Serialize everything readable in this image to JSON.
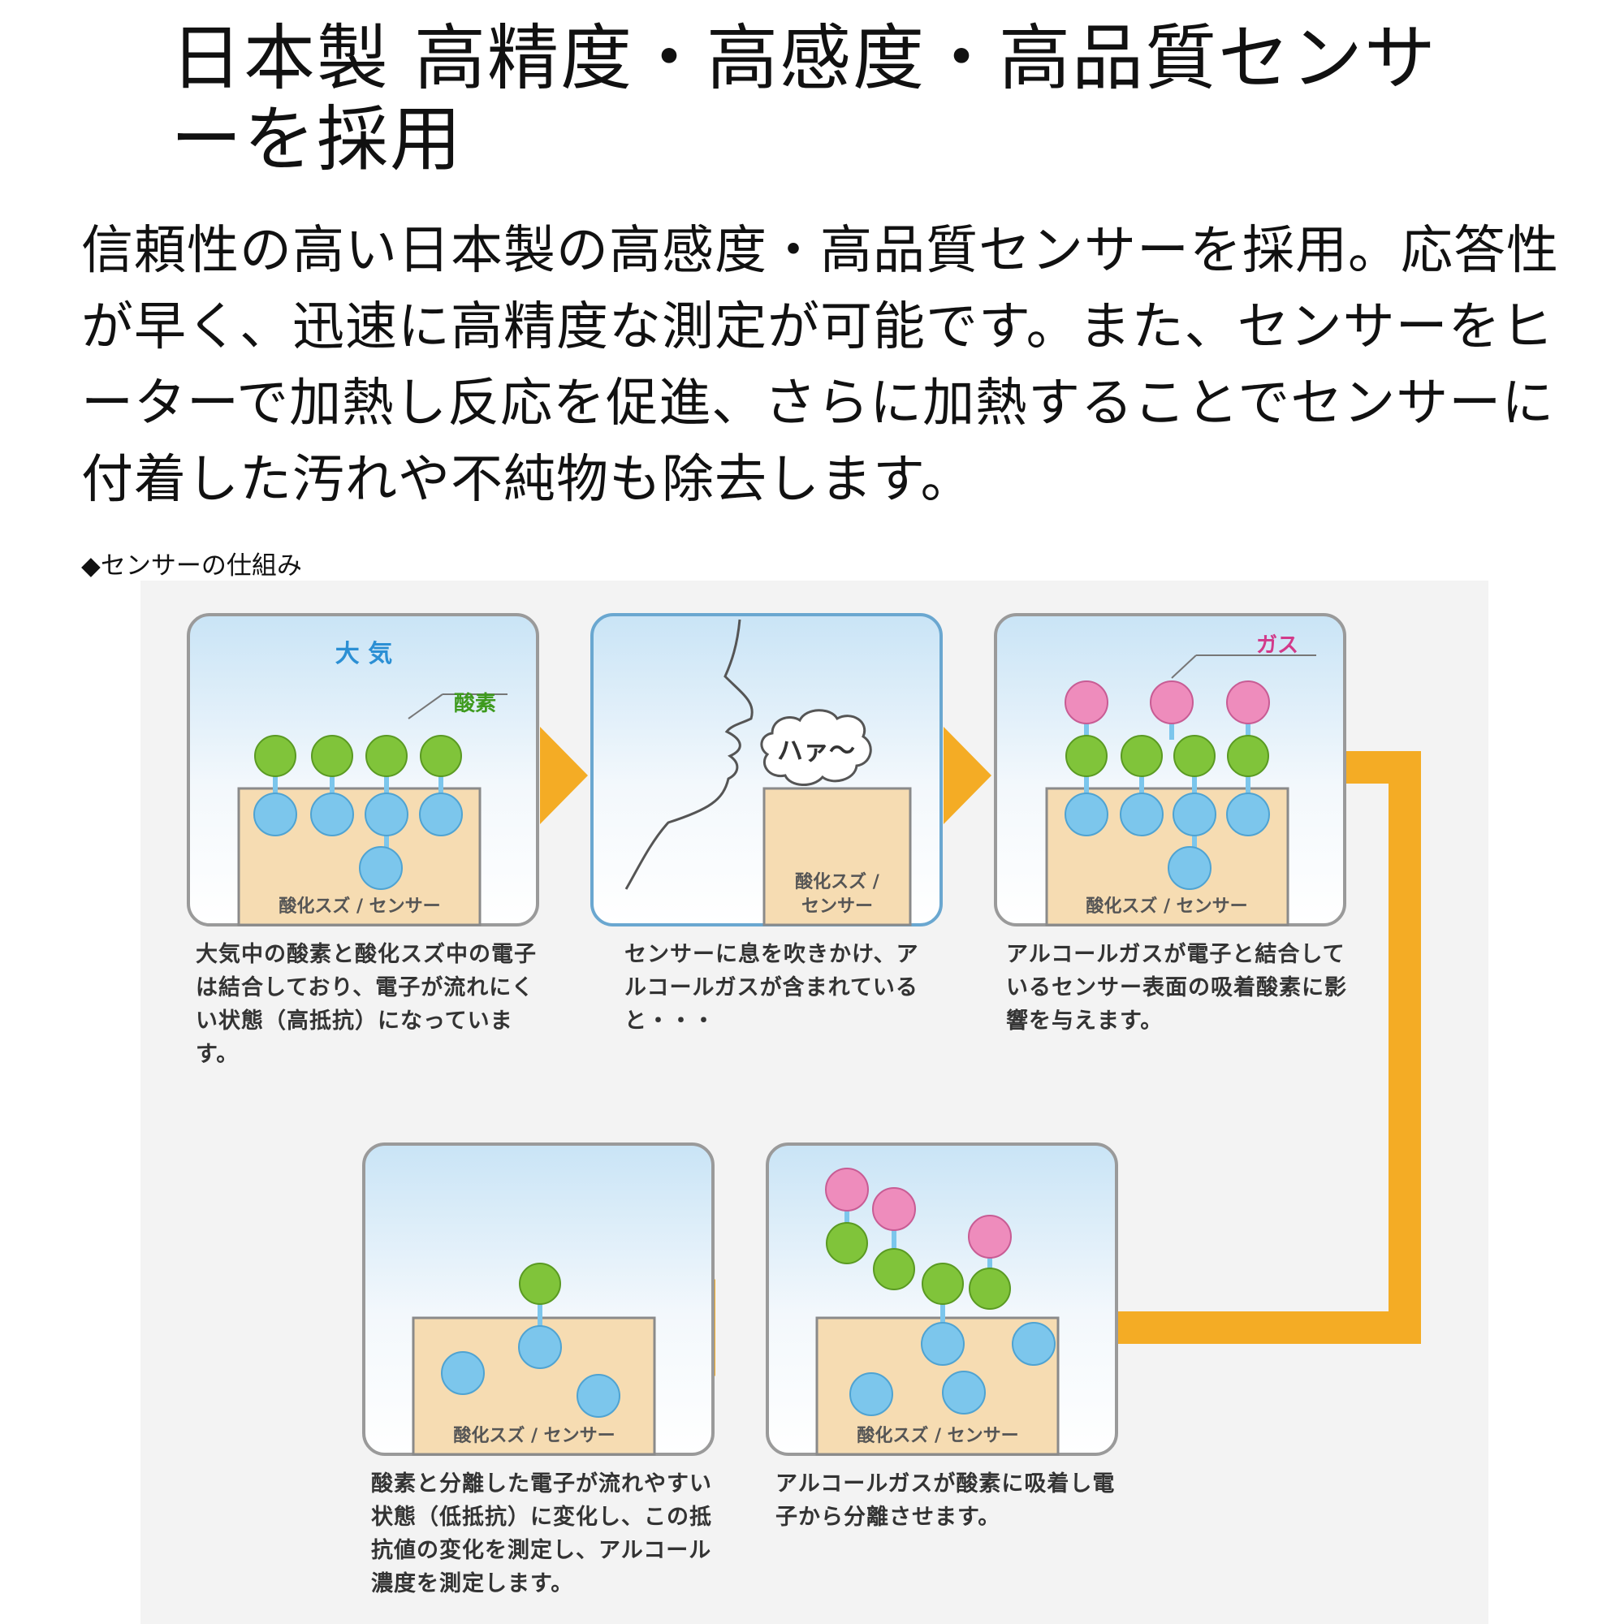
{
  "headline": "日本製 高精度・高感度・高品質センサーを採用",
  "lead": "信頼性の高い日本製の高感度・高品質センサーを採用。応答性が早く、迅速に高精度な測定が可能です。また、センサーをヒーターで加熱し反応を促進、さらに加熱することでセンサーに付着した汚れや不純物も除去します。",
  "diagram": {
    "caption": "◆センサーの仕組み",
    "colors": {
      "oxygen": "#80c43a",
      "electron": "#7cc6ec",
      "gas": "#ee8cbc",
      "arrow": "#f4ac25",
      "sensor": "#f6dcb2",
      "panel_border": "#9a9a9a"
    },
    "panels": [
      {
        "title": "大 気",
        "pointer_label": "酸素",
        "sensor_label": "酸化スズ / センサー",
        "text": "大気中の酸素と酸化スズ中の電子は結合しており、電子が流れにくい状態（高抵抗）になっています。"
      },
      {
        "speech": "ハァ～",
        "sensor_label_line1": "酸化スズ /",
        "sensor_label_line2": "センサー",
        "text": "センサーに息を吹きかけ、アルコールガスが含まれていると・・・"
      },
      {
        "pointer_label": "ガス",
        "sensor_label": "酸化スズ / センサー",
        "text": "アルコールガスが電子と結合しているセンサー表面の吸着酸素に影響を与えます。"
      },
      {
        "sensor_label": "酸化スズ / センサー",
        "text": "アルコールガスが酸素に吸着し電子から分離させます。"
      },
      {
        "sensor_label": "酸化スズ / センサー",
        "text": "酸素と分離した電子が流れやすい状態（低抵抗）に変化し、この抵抗値の変化を測定し、アルコール濃度を測定します。"
      }
    ]
  }
}
